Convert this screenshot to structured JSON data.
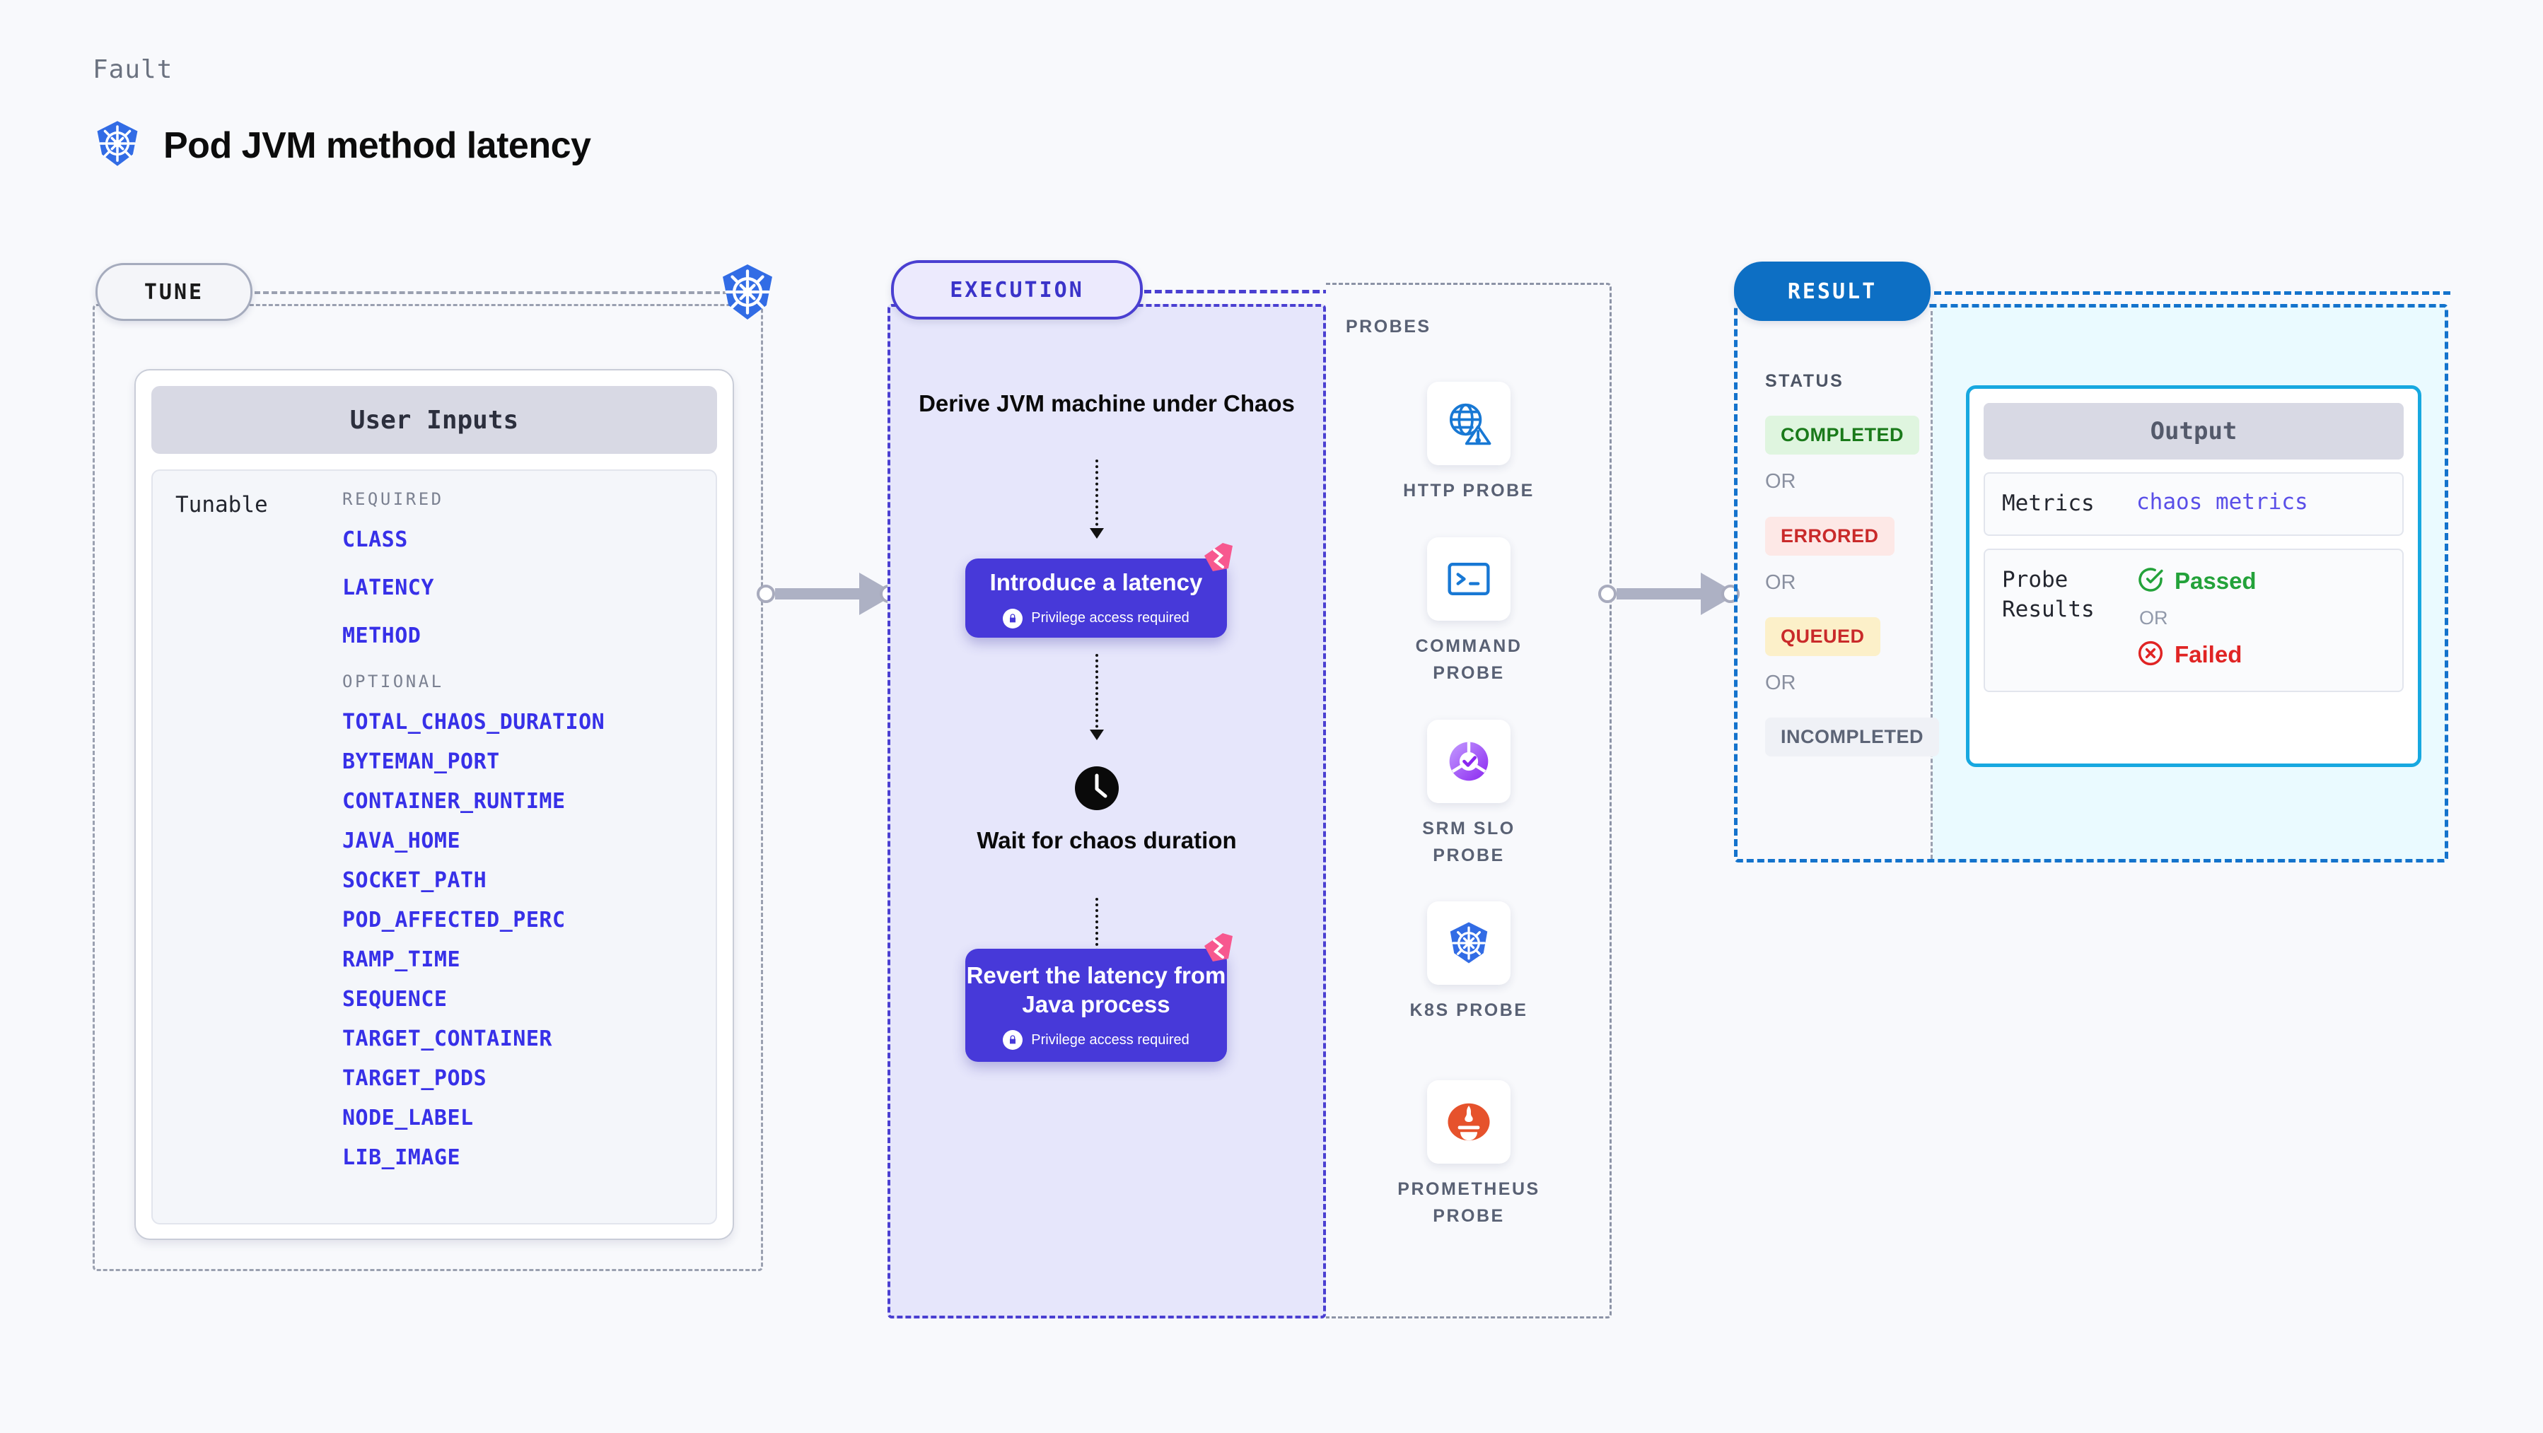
{
  "header": {
    "eyebrow": "Fault",
    "title": "Pod JVM method latency",
    "logo_icon": "kubernetes-icon"
  },
  "tune": {
    "pill_label": "TUNE",
    "node_icon": "kubernetes-icon",
    "card_title": "User Inputs",
    "row_label": "Tunable",
    "required_label": "REQUIRED",
    "optional_label": "OPTIONAL",
    "required": [
      "CLASS",
      "LATENCY",
      "METHOD"
    ],
    "optional": [
      "TOTAL_CHAOS_DURATION",
      "BYTEMAN_PORT",
      "CONTAINER_RUNTIME",
      "JAVA_HOME",
      "SOCKET_PATH",
      "POD_AFFECTED_PERC",
      "RAMP_TIME",
      "SEQUENCE",
      "TARGET_CONTAINER",
      "TARGET_PODS",
      "NODE_LABEL",
      "LIB_IMAGE"
    ]
  },
  "execution": {
    "pill_label": "EXECUTION",
    "step1_title": "Derive JVM machine\nunder Chaos",
    "step2_title": "Introduce a latency",
    "step2_privilege": "Privilege access required",
    "step3_title": "Wait for chaos\nduration",
    "step3_icon": "clock-icon",
    "step4_title": "Revert the latency\nfrom Java process",
    "step4_privilege": "Privilege access required",
    "badge_icon": "litmus-logo-icon",
    "lock_icon": "lock-icon"
  },
  "probes": {
    "section_label": "PROBES",
    "items": [
      {
        "name": "HTTP PROBE",
        "icon": "globe-warning-icon"
      },
      {
        "name": "COMMAND\nPROBE",
        "icon": "terminal-icon"
      },
      {
        "name": "SRM SLO\nPROBE",
        "icon": "slo-gauge-check-icon"
      },
      {
        "name": "K8S PROBE",
        "icon": "kubernetes-icon"
      },
      {
        "name": "PROMETHEUS\nPROBE",
        "icon": "prometheus-icon"
      }
    ]
  },
  "result": {
    "pill_label": "RESULT",
    "status_label": "STATUS",
    "or_label": "OR",
    "statuses": [
      {
        "label": "COMPLETED",
        "text_color": "#1a7a1a",
        "bg_color": "#dff5df"
      },
      {
        "label": "ERRORED",
        "text_color": "#c92a2a",
        "bg_color": "#fde8e6"
      },
      {
        "label": "QUEUED",
        "text_color": "#c92a2a",
        "bg_color": "#fcf0c9"
      },
      {
        "label": "INCOMPLETED",
        "text_color": "#5c6476",
        "bg_color": "#eff1f6"
      }
    ],
    "output": {
      "title": "Output",
      "metrics_key": "Metrics",
      "metrics_value": "chaos metrics",
      "probe_results_key": "Probe\nResults",
      "passed_label": "Passed",
      "passed_icon": "check-circle-icon",
      "failed_label": "Failed",
      "failed_icon": "x-circle-icon",
      "or_label": "OR"
    }
  },
  "colors": {
    "accent_purple": "#4739d9",
    "accent_blue": "#0d6fc4",
    "accent_cyan": "#17a8e0",
    "param_blue": "#3730e8",
    "litmus_pink": "#f7588f",
    "k8s_blue": "#326ce5",
    "prometheus_orange": "#e6522c"
  }
}
